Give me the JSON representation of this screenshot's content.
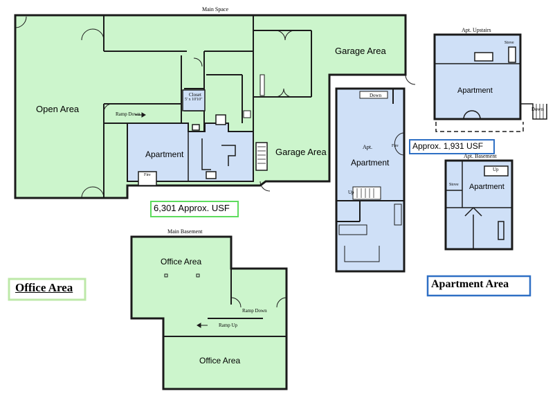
{
  "titles": {
    "main_space": "Main Space",
    "apt_upstairs": "Apt. Upstairs",
    "apt_basement": "Apt. Basement",
    "main_basement": "Main Basement"
  },
  "rooms": {
    "open_area": "Open Area",
    "garage_area_top": "Garage Area",
    "garage_area_mid": "Garage Area",
    "apartment_main": "Apartment",
    "apt_small": "Apt.",
    "apartment_right": "Apartment",
    "apartment_upstairs": "Apartment",
    "apartment_basement": "Apartment",
    "office_area_top": "Office Area",
    "office_area_bottom": "Office Area"
  },
  "small_labels": {
    "closet": "Closet",
    "closet_size": "5' x 10'10\"",
    "ramp_down_main": "Ramp Down",
    "ramp_down_basement": "Ramp Down",
    "ramp_up_basement": "Ramp Up",
    "down_apt": "Down",
    "down_upstairs": "Down",
    "up_apt": "Up",
    "up_basement_apt": "Up",
    "fire_main": "Fire",
    "fire_apt": "Fire",
    "stove_upstairs": "Stove",
    "stove_basement": "Stove"
  },
  "areas": {
    "main_usf": "6,301 Approx. USF",
    "apt_usf": "Approx. 1,931 USF"
  },
  "legend": {
    "office": "Office Area",
    "apartment": "Apartment Area"
  },
  "colors": {
    "office_fill": "#ccf5cc",
    "apartment_fill": "#cfe0f7",
    "office_border": "#8fd88f",
    "apartment_border": "#2e6fc4",
    "wall": "#1a1a1a"
  }
}
